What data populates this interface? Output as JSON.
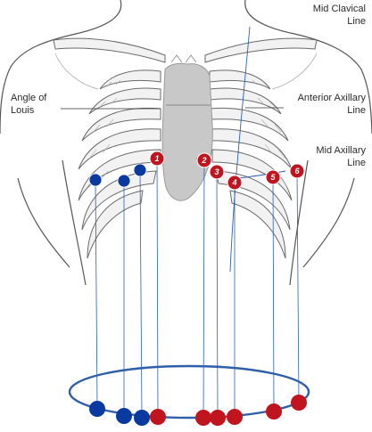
{
  "labels": {
    "mid_clavical": [
      "Mid Clavical",
      "Line"
    ],
    "angle_of_louis": [
      "Angle of",
      "Louis"
    ],
    "anterior_axillary": [
      "Anterior Axillary",
      "Line"
    ],
    "mid_axillary": [
      "Mid Axillary",
      "Line"
    ]
  },
  "leads": [
    "1",
    "2",
    "3",
    "4",
    "5",
    "6"
  ],
  "colors": {
    "outline": "#555555",
    "rib": "#6a6a6a",
    "rib_fill": "#f2f2f2",
    "heart": "#c8c8c8",
    "red_electrode": "#c0141e",
    "blue_electrode": "#0a3aa0",
    "guide_line": "#2d5fb0",
    "ring": "#2f5fa8"
  },
  "counts": {
    "blue_electrodes": 3,
    "red_electrodes": 6
  }
}
